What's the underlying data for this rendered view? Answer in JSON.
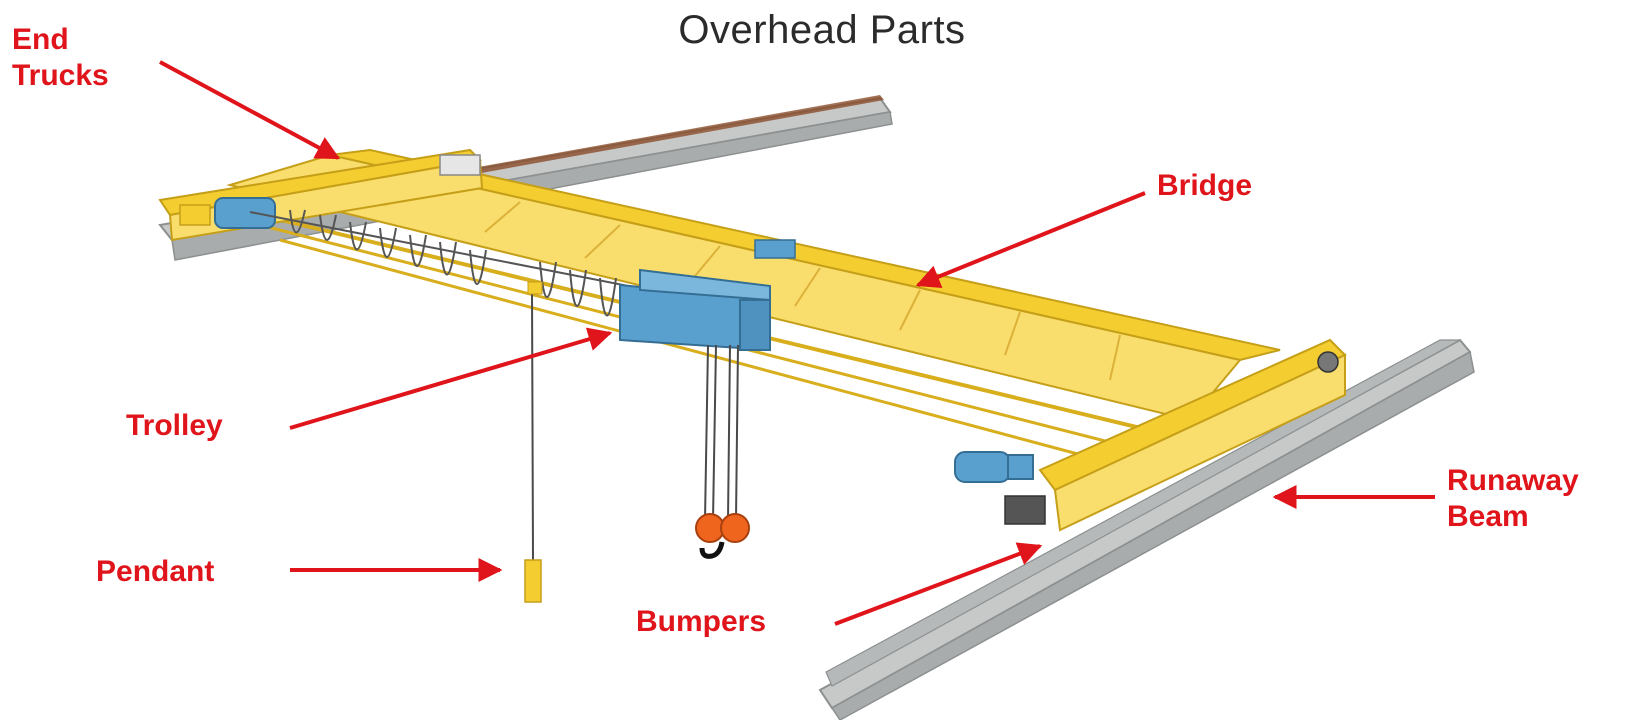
{
  "title": "Overhead Parts",
  "labels": {
    "end_trucks": [
      "End",
      "Trucks"
    ],
    "bridge": "Bridge",
    "trolley": "Trolley",
    "runaway_beam": [
      "Runaway",
      "Beam"
    ],
    "pendant": "Pendant",
    "bumpers": "Bumpers"
  },
  "colors": {
    "label": "#e0141b",
    "title": "#2b2b2b",
    "bridge_yellow": "#f6d23a",
    "bridge_dark": "#d8ae1c",
    "beam_gray": "#b8bcbd",
    "motor_blue": "#5aa0cf",
    "hook_orange": "#f0651e",
    "chain": "#5a5a5a"
  }
}
